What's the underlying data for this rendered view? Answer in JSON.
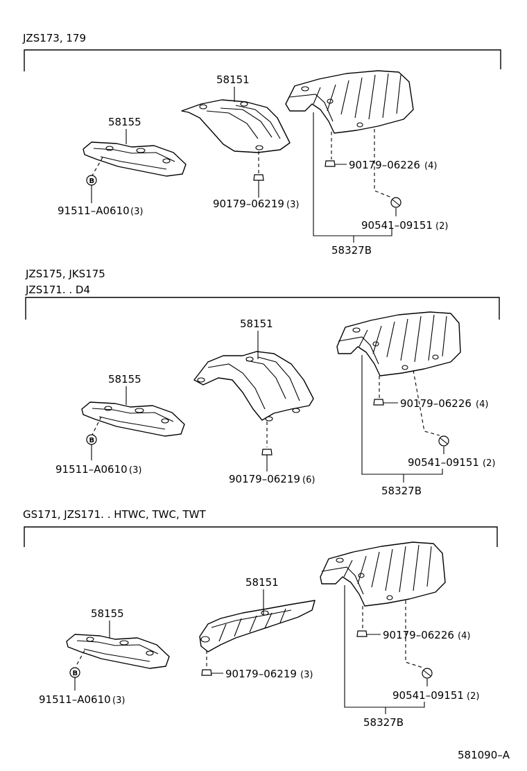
{
  "sections": [
    {
      "header_lines": [
        "JZS173, 179"
      ],
      "parts": {
        "shield_small": "58155",
        "shield_front": "58151",
        "cover_main": "58327B",
        "clip_b": "91511–A0610",
        "clip_b_qty": "(3)",
        "nut_front": "90179–06219",
        "nut_front_qty": "(3)",
        "nut_cover": "90179–06226",
        "nut_cover_qty": "(4)",
        "bolt_cover": "90541–09151",
        "bolt_cover_qty": "(2)"
      },
      "circle_marker": "B"
    },
    {
      "header_lines": [
        "JZS175, JKS175",
        "JZS171. . D4"
      ],
      "parts": {
        "shield_small": "58155",
        "shield_front": "58151",
        "cover_main": "58327B",
        "clip_b": "91511–A0610",
        "clip_b_qty": "(3)",
        "nut_front": "90179–06219",
        "nut_front_qty": "(6)",
        "nut_cover": "90179–06226",
        "nut_cover_qty": "(4)",
        "bolt_cover": "90541–09151",
        "bolt_cover_qty": "(2)"
      },
      "circle_marker": "B"
    },
    {
      "header_lines": [
        "GS171, JZS171. . HTWC, TWC, TWT"
      ],
      "parts": {
        "shield_small": "58155",
        "shield_front": "58151",
        "cover_main": "58327B",
        "clip_b": "91511–A0610",
        "clip_b_qty": "(3)",
        "nut_front": "90179–06219",
        "nut_front_qty": "(3)",
        "nut_cover": "90179–06226",
        "nut_cover_qty": "(4)",
        "bolt_cover": "90541–09151",
        "bolt_cover_qty": "(2)"
      },
      "circle_marker": "B"
    }
  ],
  "figure_id": "581090–A"
}
